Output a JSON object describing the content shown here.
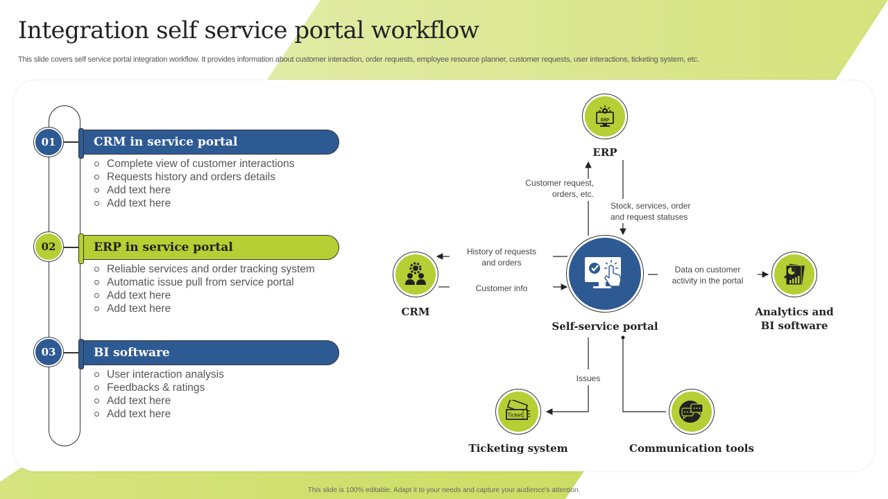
{
  "header": {
    "title": "Integration self service portal workflow",
    "subtitle": "This slide covers self service portal integration workflow. It provides information about customer interaction, order requests, employee resource planner, customer requests, user interactions, ticketing system, etc."
  },
  "colors": {
    "blue": "#2e5a93",
    "green": "#b5cf34",
    "accent_bg": "#d4e37c"
  },
  "steps": [
    {
      "number": "01",
      "title": "CRM in service portal",
      "color": "blue",
      "bullets": [
        "Complete view of customer interactions",
        "Requests history and orders details",
        "Add text here",
        "Add text here"
      ]
    },
    {
      "number": "02",
      "title": "ERP in service portal",
      "color": "green",
      "bullets": [
        "Reliable services and order tracking system",
        "Automatic issue pull from service portal",
        "Add text here",
        "Add text here"
      ]
    },
    {
      "number": "03",
      "title": "BI software",
      "color": "blue",
      "bullets": [
        "User interaction analysis",
        "Feedbacks & ratings",
        "Add text here",
        "Add text here"
      ]
    }
  ],
  "diagram": {
    "nodes": {
      "erp": {
        "label": "ERP",
        "icon": "erp-monitor-icon",
        "icon_text": "ERP"
      },
      "crm": {
        "label": "CRM",
        "icon": "crm-people-gear-icon"
      },
      "portal": {
        "label": "Self-service portal",
        "icon": "monitor-touch-check-icon"
      },
      "analytics": {
        "label_line1": "Analytics and",
        "label_line2": "BI software",
        "icon": "analytics-report-icon"
      },
      "ticketing": {
        "label": "Ticketing system",
        "icon": "ticket-icon",
        "icon_text": "Ticket"
      },
      "communication": {
        "label": "Communication tools",
        "icon": "chat-bubbles-icon"
      }
    },
    "flows": {
      "to_erp": {
        "line1": "Customer request,",
        "line2": "orders, etc."
      },
      "from_erp": {
        "line1": "Stock, services, order",
        "line2": "and request statuses"
      },
      "to_crm": {
        "line1": "History of requests",
        "line2": "and orders"
      },
      "from_crm": "Customer info",
      "to_analytics": {
        "line1": "Data on customer",
        "line2": "activity in the portal"
      },
      "to_ticketing": "Issues"
    }
  },
  "footer": "This slide is 100% editable. Adapt it to your needs and capture your audience's attention."
}
